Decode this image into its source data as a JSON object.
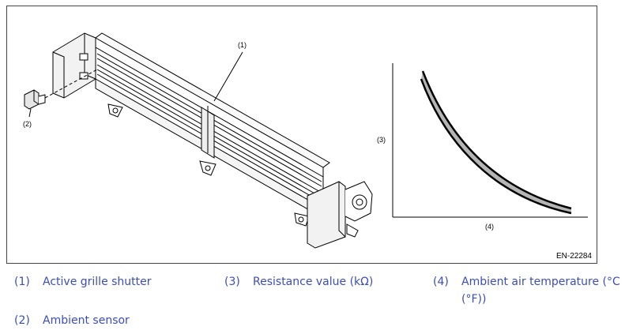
{
  "figure": {
    "id": "EN-22284",
    "callouts": {
      "c1": "(1)",
      "c2": "(2)",
      "c3": "(3)",
      "c4": "(4)"
    }
  },
  "legend": [
    {
      "num": "(1)",
      "text": "Active grille shutter"
    },
    {
      "num": "(2)",
      "text": "Ambient sensor"
    },
    {
      "num": "(3)",
      "text": "Resistance value (kΩ)"
    },
    {
      "num": "(4)",
      "text": "Ambient air temperature (°C (°F))"
    }
  ],
  "colors": {
    "legend_text": "#3b4cc0",
    "line": "#000000",
    "curve_fill": "#b5b5b5"
  }
}
